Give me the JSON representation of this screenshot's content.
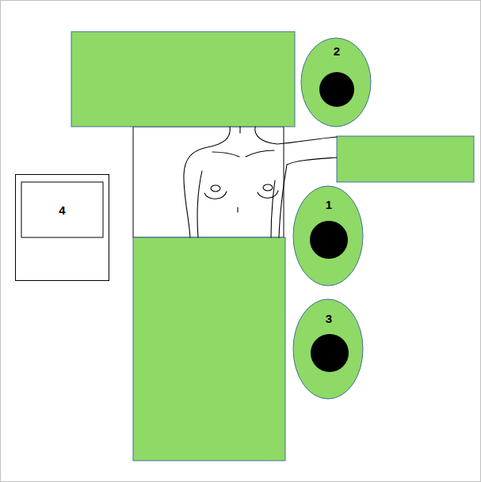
{
  "diagram": {
    "nodes": [
      {
        "text": [
          "2"
        ]
      },
      {
        "text": [
          "4"
        ]
      },
      {
        "text": [
          "1"
        ]
      },
      {
        "text": [
          "3"
        ]
      }
    ]
  }
}
